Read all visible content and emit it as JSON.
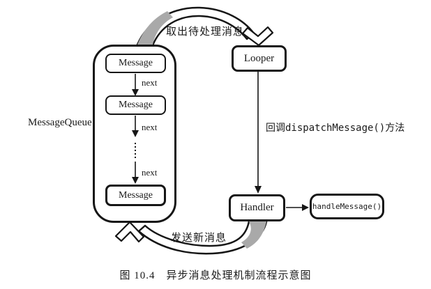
{
  "diagram": {
    "message_queue": {
      "label": "MessageQueue",
      "message_1": "Message",
      "message_2": "Message",
      "message_3": "Message",
      "next_1": "next",
      "next_2": "next",
      "next_3": "next"
    },
    "nodes": {
      "looper": "Looper",
      "handler": "Handler",
      "handle_message": "handleMessage()"
    },
    "edges": {
      "top_arc_label": "取出待处理消息",
      "bottom_arc_label": "发送新消息",
      "dispatch_label": "回调dispatchMessage()方法"
    },
    "caption": "图 10.4　异步消息处理机制流程示意图"
  },
  "colors": {
    "ink": "#161616",
    "shade_gray": "#a9a9a9",
    "background": "#ffffff"
  }
}
